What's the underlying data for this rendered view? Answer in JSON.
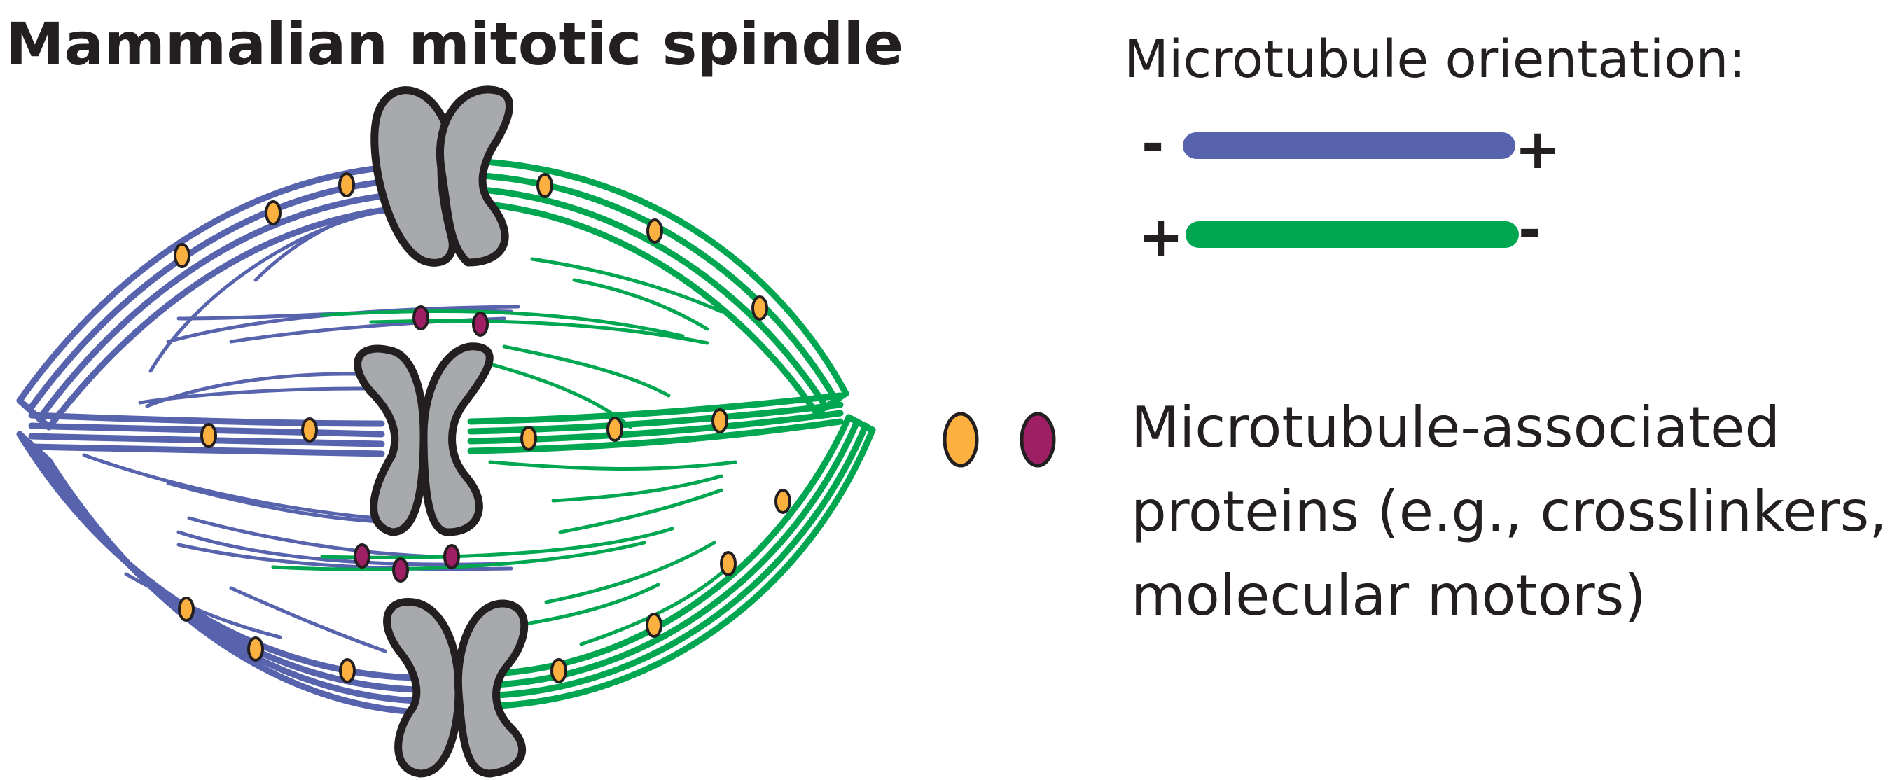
{
  "title": "Mammalian mitotic spindle",
  "colors": {
    "minus_plus_microtubule": "#5763ad",
    "plus_minus_microtubule": "#00a650",
    "map_orange": "#fbb040",
    "map_purple": "#9e1f63",
    "chromosome_fill": "#a7a9ac",
    "outline": "#231f20"
  },
  "legend": {
    "orientation_heading": "Microtubule orientation:",
    "row_blue": {
      "left_sign": "-",
      "right_sign": "+"
    },
    "row_green": {
      "left_sign": "+",
      "right_sign": "-"
    },
    "maps_line1": "Microtubule-associated",
    "maps_line2": "proteins (e.g., crosslinkers,",
    "maps_line3": "molecular motors)"
  },
  "icons": {
    "chromosome": "chromosome-icon",
    "map_orange": "orange-map-icon",
    "map_purple": "purple-map-icon"
  }
}
